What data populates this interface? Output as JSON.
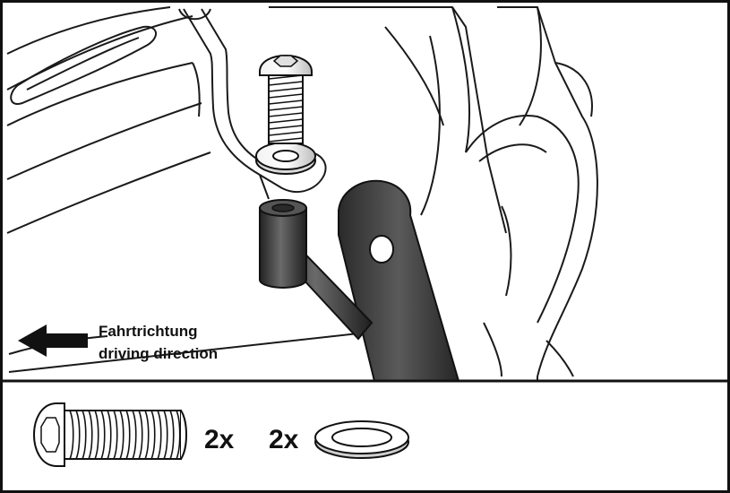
{
  "direction": {
    "label_de": "Fahrtrichtung",
    "label_en": "driving direction",
    "arrow_icon": "arrow-left-icon"
  },
  "parts": [
    {
      "icon": "button-head-screw-icon",
      "quantity": "2x"
    },
    {
      "icon": "flat-washer-icon",
      "quantity": "2x"
    }
  ],
  "colors": {
    "line": "#1a1a1a",
    "dark_part": "#3a3a3a",
    "background": "#ffffff"
  }
}
